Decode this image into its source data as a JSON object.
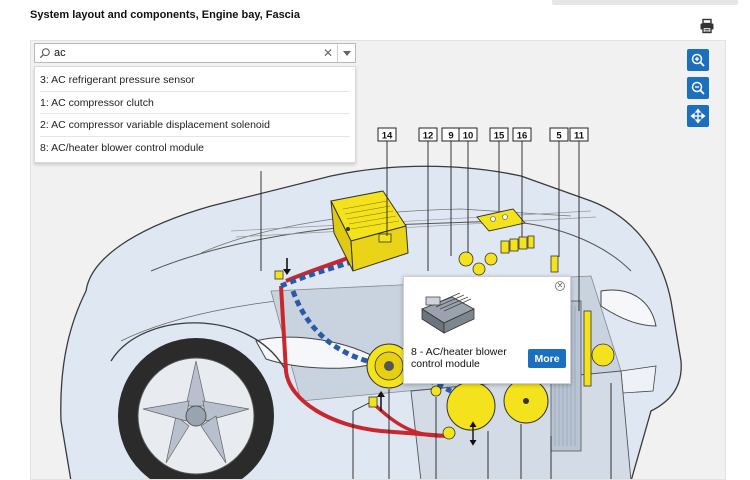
{
  "page": {
    "title": "System layout and components, Engine bay, Fascia"
  },
  "search": {
    "value": "ac",
    "placeholder": ""
  },
  "results": [
    {
      "label": "3: AC refrigerant pressure sensor"
    },
    {
      "label": "1: AC compressor clutch"
    },
    {
      "label": "2: AC compressor variable displacement solenoid"
    },
    {
      "label": "8: AC/heater blower control module"
    }
  ],
  "callouts": [
    "14",
    "12",
    "9",
    "10",
    "15",
    "16",
    "5",
    "11"
  ],
  "popup": {
    "label": "8 - AC/heater blower control module",
    "more_label": "More"
  },
  "toolbar": {
    "zoom_in_icon": "zoom-in-icon",
    "zoom_out_icon": "zoom-out-icon",
    "fit_icon": "fit-screen-icon",
    "print_icon": "printer-icon"
  },
  "colors": {
    "accent": "#1c6fbd",
    "component_yellow": "#f4e21c",
    "hose_red": "#c8282d",
    "hose_blue": "#2a5aa8",
    "car_body": "#dde6f1"
  }
}
